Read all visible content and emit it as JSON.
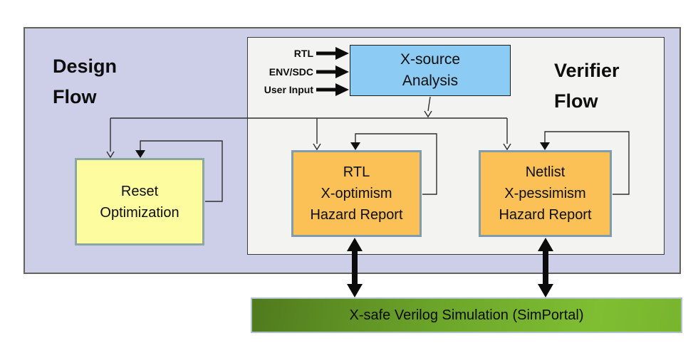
{
  "design_flow": {
    "line1": "Design",
    "line2": "Flow"
  },
  "verifier_flow": {
    "line1": "Verifier",
    "line2": "Flow"
  },
  "xsource": {
    "line1": "X-source",
    "line2": "Analysis"
  },
  "inputs": {
    "rtl": "RTL",
    "env_sdc": "ENV/SDC",
    "user_input": "User Input"
  },
  "reset": {
    "line1": "Reset",
    "line2": "Optimization"
  },
  "rtl_report": {
    "line1": "RTL",
    "line2": "X-optimism",
    "line3": "Hazard Report"
  },
  "netlist_report": {
    "line1": "Netlist",
    "line2": "X-pessimism",
    "line3": "Hazard Report"
  },
  "simulation": {
    "label": "X-safe Verilog Simulation (SimPortal)"
  },
  "colors": {
    "outer_fill": "#cdcfe9",
    "inner_fill": "#f3f3f1",
    "xsource_fill": "#8ccbf3",
    "reset_fill": "#fdfc9f",
    "report_fill": "#fbc156",
    "report_border": "#7e9cab",
    "sim_green_dark": "#507a1e",
    "sim_green_light": "#82c437",
    "connector": "#2f2f2f"
  }
}
